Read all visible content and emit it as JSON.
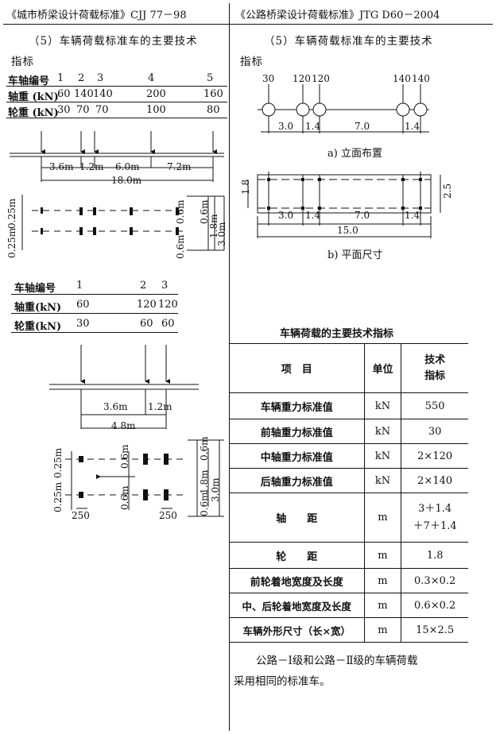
{
  "left": {
    "header": "《城市桥梁设计荷载标准》CJJ 77－98",
    "section_title": "（5）车辆荷载标准车的主要技术",
    "section_title_2": "指标",
    "table1": {
      "axle_label": "车轴编号",
      "axle_values": [
        "1",
        "2",
        "3",
        "4",
        "5"
      ],
      "axle_weight_label": "轴重 (kN)",
      "axle_weight_values": [
        "60",
        "140",
        "140",
        "200",
        "160"
      ],
      "wheel_weight_label": "轮重 (kN)",
      "wheel_weight_values": [
        "30",
        "70",
        "70",
        "100",
        "80"
      ]
    },
    "diagram1": {
      "spacings": [
        "3.6m",
        "1.2m",
        "6.0m",
        "7.2m"
      ],
      "total": "18.0m",
      "left_dims": [
        "0.25m",
        "0.25m"
      ],
      "right_dims": [
        "0.6m",
        "0.6m",
        "1.8m",
        "3.0m",
        "0.6m"
      ]
    },
    "table2": {
      "axle_label": "车轴编号",
      "axle_values": [
        "1",
        "2",
        "3"
      ],
      "axle_weight_label": "轴重(kN)",
      "axle_weight_values": [
        "60",
        "120",
        "120"
      ],
      "wheel_weight_label": "轮重(kN)",
      "wheel_weight_values": [
        "30",
        "60",
        "60"
      ]
    },
    "diagram2": {
      "spacings": [
        "3.6m",
        "1.2m"
      ],
      "total": "4.8m",
      "left_dims": [
        "0.25m",
        "0.25m"
      ],
      "right_dims": [
        "0.6m",
        "0.6m",
        "1.8m",
        "3.0m",
        "0.6m",
        "0.6m"
      ],
      "bottom": [
        "250",
        "250"
      ]
    }
  },
  "right": {
    "header": "《公路桥梁设计荷载标准》JTG D60－2004",
    "section_title": "（5）车辆荷载标准车的主要技术",
    "section_title_2": "指标",
    "elevation": {
      "loads": [
        "30",
        "120",
        "120",
        "140",
        "140"
      ],
      "spacings": [
        "3.0",
        "1.4",
        "7.0",
        "1.4"
      ],
      "caption": "a) 立面布置"
    },
    "plan": {
      "left_dim": "1.8",
      "right_dim": "2.5",
      "spacings": [
        "3.0",
        "1.4",
        "7.0",
        "1.4"
      ],
      "total": "15.0",
      "caption": "b) 平面尺寸"
    },
    "table_title": "车辆荷载的主要技术指标",
    "table": {
      "headers": [
        "项　目",
        "单位",
        "技术",
        "指标"
      ],
      "rows": [
        {
          "item": "车辆重力标准值",
          "unit": "kN",
          "value": "550"
        },
        {
          "item": "前轴重力标准值",
          "unit": "kN",
          "value": "30"
        },
        {
          "item": "中轴重力标准值",
          "unit": "kN",
          "value": "2×120"
        },
        {
          "item": "后轴重力标准值",
          "unit": "kN",
          "value": "2×140"
        },
        {
          "item": "轴　　距",
          "unit": "m",
          "value": "3＋1.4",
          "value2": "＋7＋1.4"
        },
        {
          "item": "轮　　距",
          "unit": "m",
          "value": "1.8"
        },
        {
          "item": "前轮着地宽度及长度",
          "unit": "m",
          "value": "0.3×0.2"
        },
        {
          "item": "中、后轮着地宽度及长度",
          "unit": "m",
          "value": "0.6×0.2"
        },
        {
          "item": "车辆外形尺寸（长×宽）",
          "unit": "m",
          "value": "15×2.5"
        }
      ]
    },
    "note_line1": "公路－Ⅰ级和公路－Ⅱ级的车辆荷载",
    "note_line2": "采用相同的标准车。"
  }
}
